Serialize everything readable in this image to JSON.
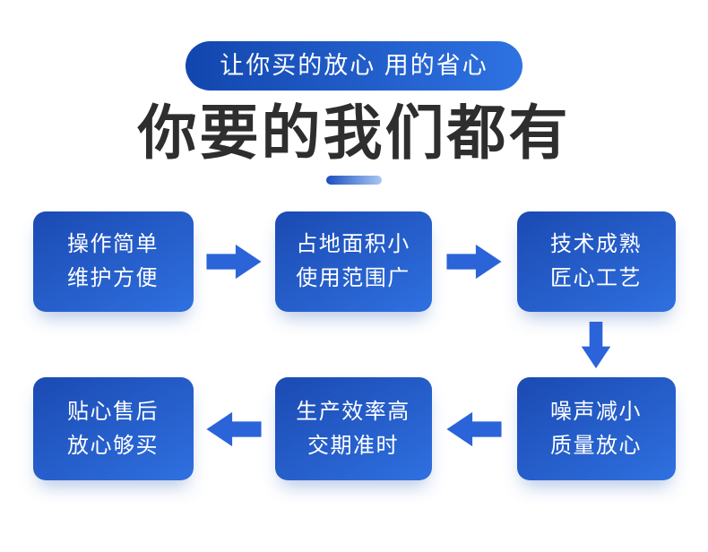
{
  "badge": {
    "label": "让你买的放心 用的省心"
  },
  "heading": {
    "title": "你要的我们都有"
  },
  "flow": {
    "steps": [
      {
        "line1": "操作简单",
        "line2": "维护方便"
      },
      {
        "line1": "占地面积小",
        "line2": "使用范围广"
      },
      {
        "line1": "技术成熟",
        "line2": "匠心工艺"
      },
      {
        "line1": "噪声减小",
        "line2": "质量放心"
      },
      {
        "line1": "生产效率高",
        "line2": "交期准时"
      },
      {
        "line1": "贴心售后",
        "line2": "放心够买"
      }
    ],
    "arrow_icons": [
      "arrow-right-icon",
      "arrow-right-icon",
      "arrow-down-icon",
      "arrow-left-icon",
      "arrow-left-icon"
    ]
  },
  "colors": {
    "page_bg": "#ffffff",
    "badge_gradient_start": "#1246ae",
    "badge_gradient_end": "#2e72e2",
    "badge_text": "#ffffff",
    "heading_text": "#2e2e2e",
    "dash_gradient_start": "#1b4dc0",
    "dash_gradient_end": "#aac8f3",
    "box_gradient_start": "#1b4ab2",
    "box_gradient_end": "#2f70e0",
    "box_text": "#ffffff",
    "arrow_blue": "#2b63d9"
  }
}
